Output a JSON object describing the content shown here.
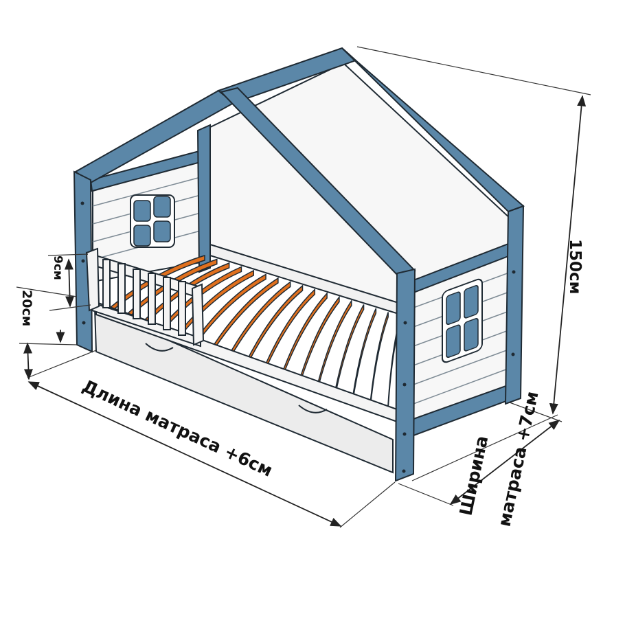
{
  "labels": {
    "height_total": "150см",
    "rail_height": "9см",
    "drawer_height": "20см",
    "length": "Длина матраса +6см",
    "width_line1": "Ширина",
    "width_line2": "матраса +7см"
  },
  "colors": {
    "frame_blue": "#5b87a8",
    "frame_dark": "#2c4a60",
    "panel_white": "#f6f6f6",
    "slat_orange": "#e0701e",
    "drawer_gray": "#eaeaea",
    "outline": "#1f2a33",
    "dim_line": "#333333"
  },
  "icons": [
    "arrow-icon"
  ]
}
